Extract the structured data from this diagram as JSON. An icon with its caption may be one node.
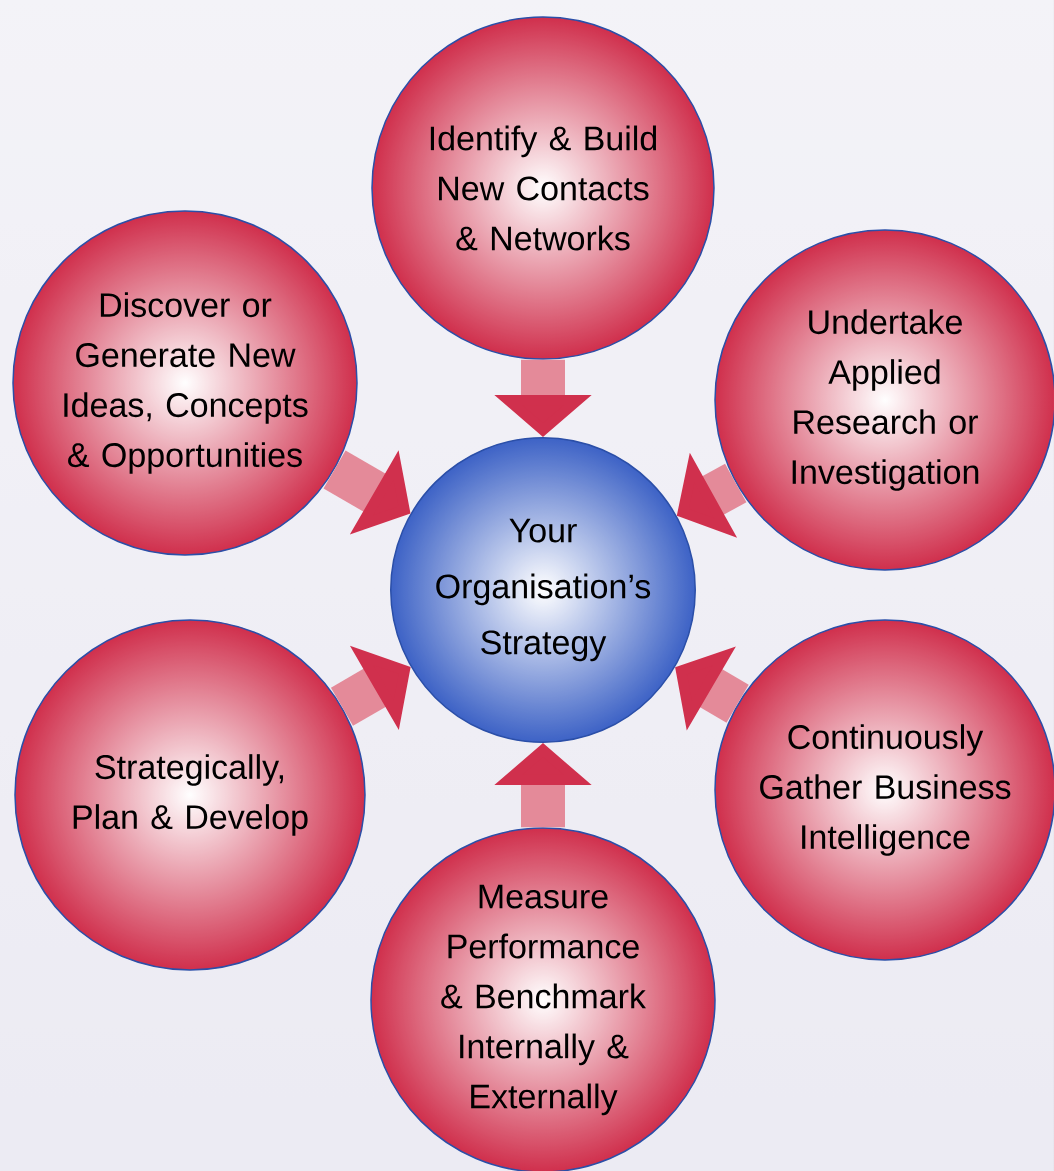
{
  "diagram": {
    "nodes": [
      {
        "text": [
          "Identify & Build New Contacts & Networks"
        ]
      },
      {
        "text": [
          "Discover or Generate New Ideas, Concepts & Opportunities"
        ]
      },
      {
        "text": [
          "Undertake Applied Research or Investigation"
        ]
      },
      {
        "text": [
          "Your Organisation’s Strategy"
        ]
      },
      {
        "text": [
          "Strategically, Plan & Develop"
        ]
      },
      {
        "text": [
          "Continuously Gather Business Intelligence"
        ]
      },
      {
        "text": [
          "Measure Performance & Benchmark Internally & Externally"
        ]
      }
    ],
    "edges": [
      {
        "from": 0,
        "to": 3,
        "arrow": "to"
      },
      {
        "from": 1,
        "to": 3,
        "arrow": "to"
      },
      {
        "from": 2,
        "to": 3,
        "arrow": "to"
      },
      {
        "from": 4,
        "to": 3,
        "arrow": "to"
      },
      {
        "from": 5,
        "to": 3,
        "arrow": "to"
      },
      {
        "from": 6,
        "to": 3,
        "arrow": "to"
      }
    ]
  }
}
